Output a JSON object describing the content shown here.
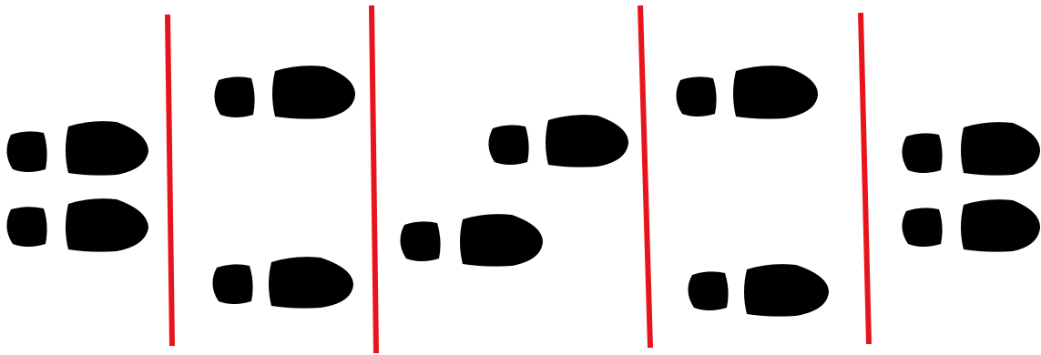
{
  "colors": {
    "background": "#ffffff",
    "divider": "#e8141b",
    "footprint": "#000000"
  },
  "icons": {
    "footprint": "shoe-print-icon",
    "divider": "red-line"
  },
  "diagram": {
    "panel_count": 5,
    "divider_count": 4,
    "panels": [
      {
        "label": "",
        "footprints": 2,
        "arrangement": "side-by-side"
      },
      {
        "label": "",
        "footprints": 2,
        "arrangement": "apart"
      },
      {
        "label": "",
        "footprints": 2,
        "arrangement": "staggered"
      },
      {
        "label": "",
        "footprints": 2,
        "arrangement": "apart"
      },
      {
        "label": "",
        "footprints": 2,
        "arrangement": "side-by-side"
      }
    ]
  }
}
